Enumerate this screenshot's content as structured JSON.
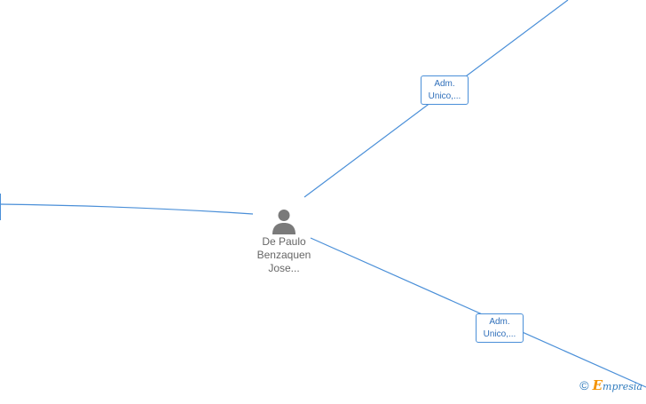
{
  "graph": {
    "person": {
      "name_lines": [
        "De Paulo",
        "Benzaquen",
        "Jose..."
      ]
    },
    "roles": [
      {
        "lines": [
          "Adm.",
          "Unico,..."
        ]
      },
      {
        "lines": [
          "Adm.",
          "Unico,..."
        ]
      }
    ]
  },
  "watermark": {
    "copyright": "©",
    "brand_initial": "E",
    "brand_rest": "mpresia"
  },
  "colors": {
    "edge": "#4a8fd8",
    "role_text": "#2f6fba",
    "person_icon": "#7a7a7a",
    "person_text": "#666666",
    "brand_orange": "#f39200",
    "brand_blue": "#2f7bbd"
  }
}
